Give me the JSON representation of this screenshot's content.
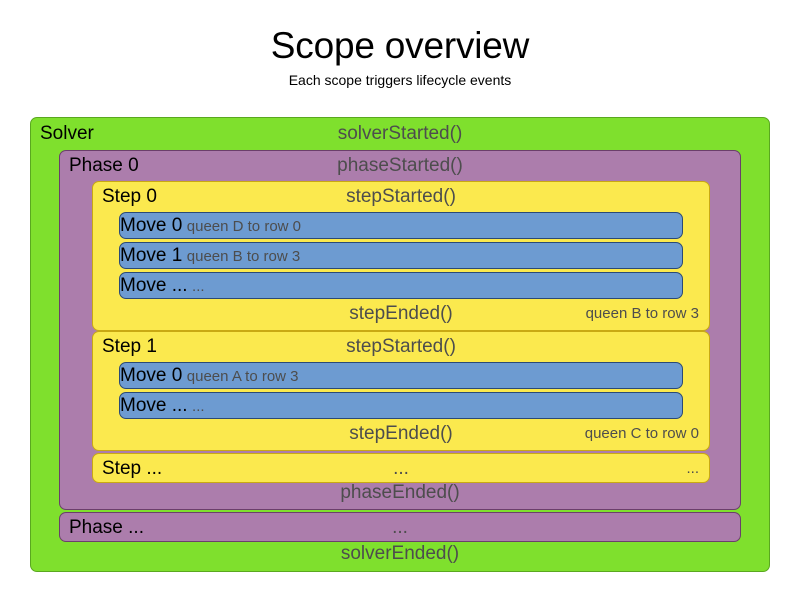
{
  "heading": {
    "title": "Scope overview",
    "subtitle": "Each scope triggers lifecycle events"
  },
  "colors": {
    "solver": "#7fe02d",
    "solver_border": "#5aa81f",
    "phase": "#ac7dac",
    "phase_border": "#6b3f6b",
    "step": "#fbe94e",
    "step_border": "#c9a913",
    "move": "#6d9bd1",
    "move_border": "#2b4a76",
    "event_text": "#4d4d4d",
    "label_text": "#000000",
    "background": "#ffffff"
  },
  "solver": {
    "label": "Solver",
    "started_event": "solverStarted()",
    "ended_event": "solverEnded()",
    "phases": [
      {
        "label": "Phase 0",
        "started_event": "phaseStarted()",
        "ended_event": "phaseEnded()",
        "steps": [
          {
            "label": "Step 0",
            "started_event": "stepStarted()",
            "ended_event": "stepEnded()",
            "ended_detail": "queen B to row 3",
            "moves": [
              {
                "label": "Move 0",
                "detail": "queen D to row 0"
              },
              {
                "label": "Move 1",
                "detail": "queen B to row 3"
              },
              {
                "label": "Move ...",
                "detail": "..."
              }
            ]
          },
          {
            "label": "Step 1",
            "started_event": "stepStarted()",
            "ended_event": "stepEnded()",
            "ended_detail": "queen C to row 0",
            "moves": [
              {
                "label": "Move 0",
                "detail": "queen A to row 3"
              },
              {
                "label": "Move ...",
                "detail": "..."
              }
            ]
          },
          {
            "label": "Step ...",
            "started_event": "...",
            "ended_detail": "..."
          }
        ]
      },
      {
        "label": "Phase ...",
        "started_event": "..."
      }
    ]
  }
}
